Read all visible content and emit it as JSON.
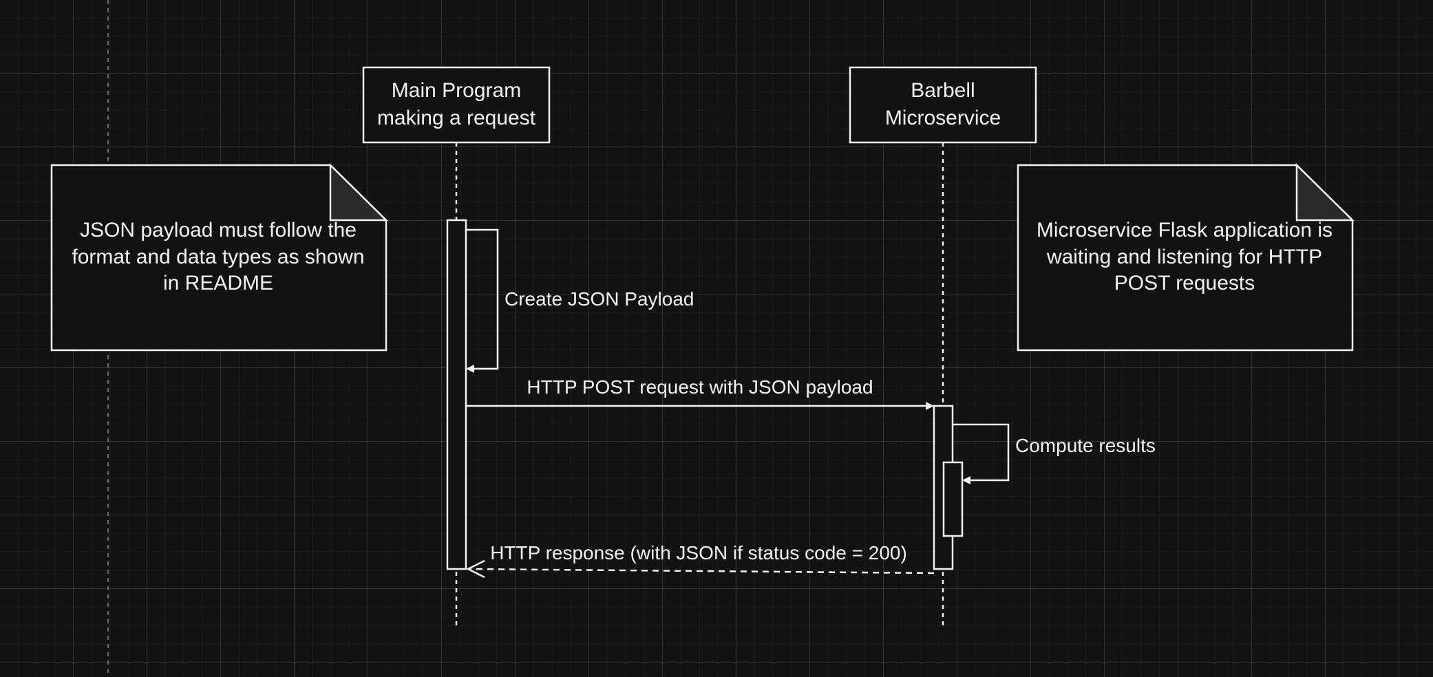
{
  "participants": {
    "main_program": {
      "line1": "Main Program",
      "line2": "making a request"
    },
    "microservice": {
      "line1": "Barbell",
      "line2": "Microservice"
    }
  },
  "notes": {
    "left": {
      "line1": "JSON payload must follow the",
      "line2": "format and data types as shown",
      "line3": "in README"
    },
    "right": {
      "line1": "Microservice Flask application is",
      "line2": "waiting and listening for HTTP",
      "line3": "POST requests"
    }
  },
  "messages": {
    "create_payload": "Create JSON Payload",
    "post_request": "HTTP POST request with JSON payload",
    "compute_results": "Compute results",
    "response": "HTTP response (with JSON if status code = 200)"
  },
  "colors": {
    "background": "#121212",
    "stroke": "#f2f2f2",
    "note_fold": "#2a2a2a"
  }
}
